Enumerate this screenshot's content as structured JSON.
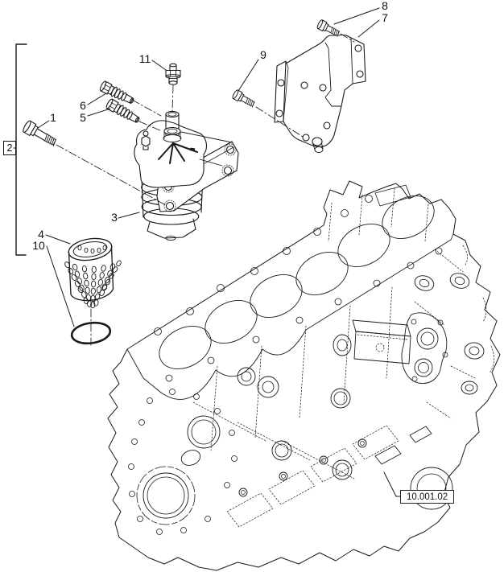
{
  "diagram": {
    "background": "#ffffff",
    "line_color": "#1a1a1a",
    "reference_label": "10.001.02",
    "callouts": {
      "c1": "1",
      "c2": "2",
      "c3": "3",
      "c4": "4",
      "c5": "5",
      "c6": "6",
      "c7": "7",
      "c8": "8",
      "c9": "9",
      "c10": "10",
      "c11": "11"
    }
  }
}
